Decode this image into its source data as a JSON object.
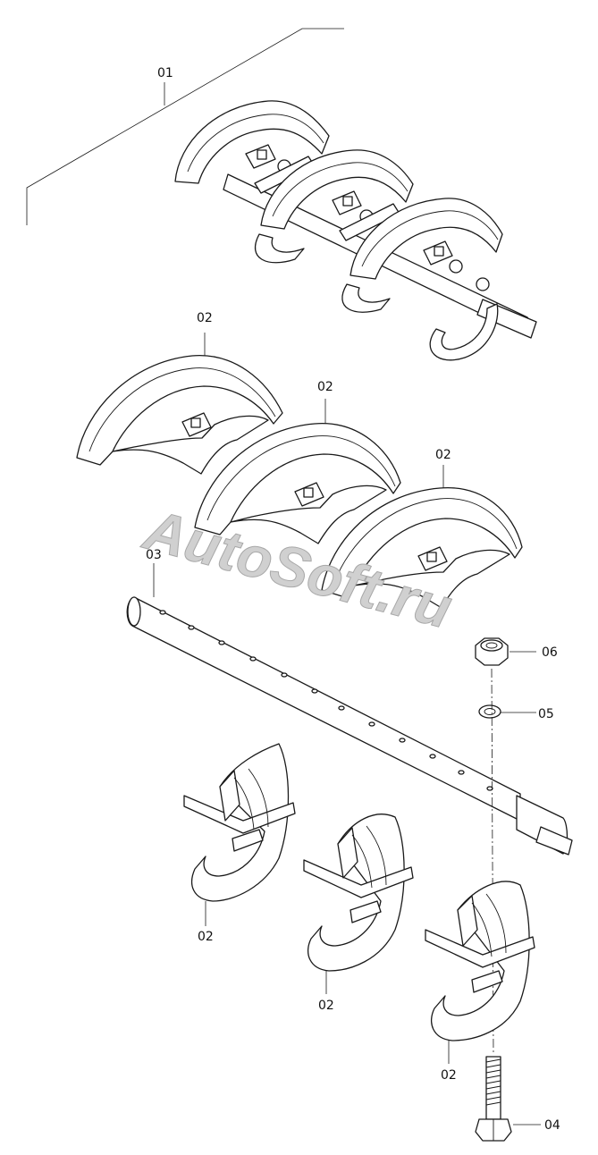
{
  "colors": {
    "line": "#1a1a1a",
    "background": "#ffffff",
    "watermark": "#c8c8c8"
  },
  "watermark": {
    "text": "AutoSoft.ru"
  },
  "callouts": {
    "assembly": "01",
    "segment_top_1": "02",
    "segment_top_2": "02",
    "segment_top_3": "02",
    "shaft": "03",
    "bolt": "04",
    "washer": "05",
    "nut": "06",
    "segment_bottom_1": "02",
    "segment_bottom_2": "02",
    "segment_bottom_3": "02"
  }
}
